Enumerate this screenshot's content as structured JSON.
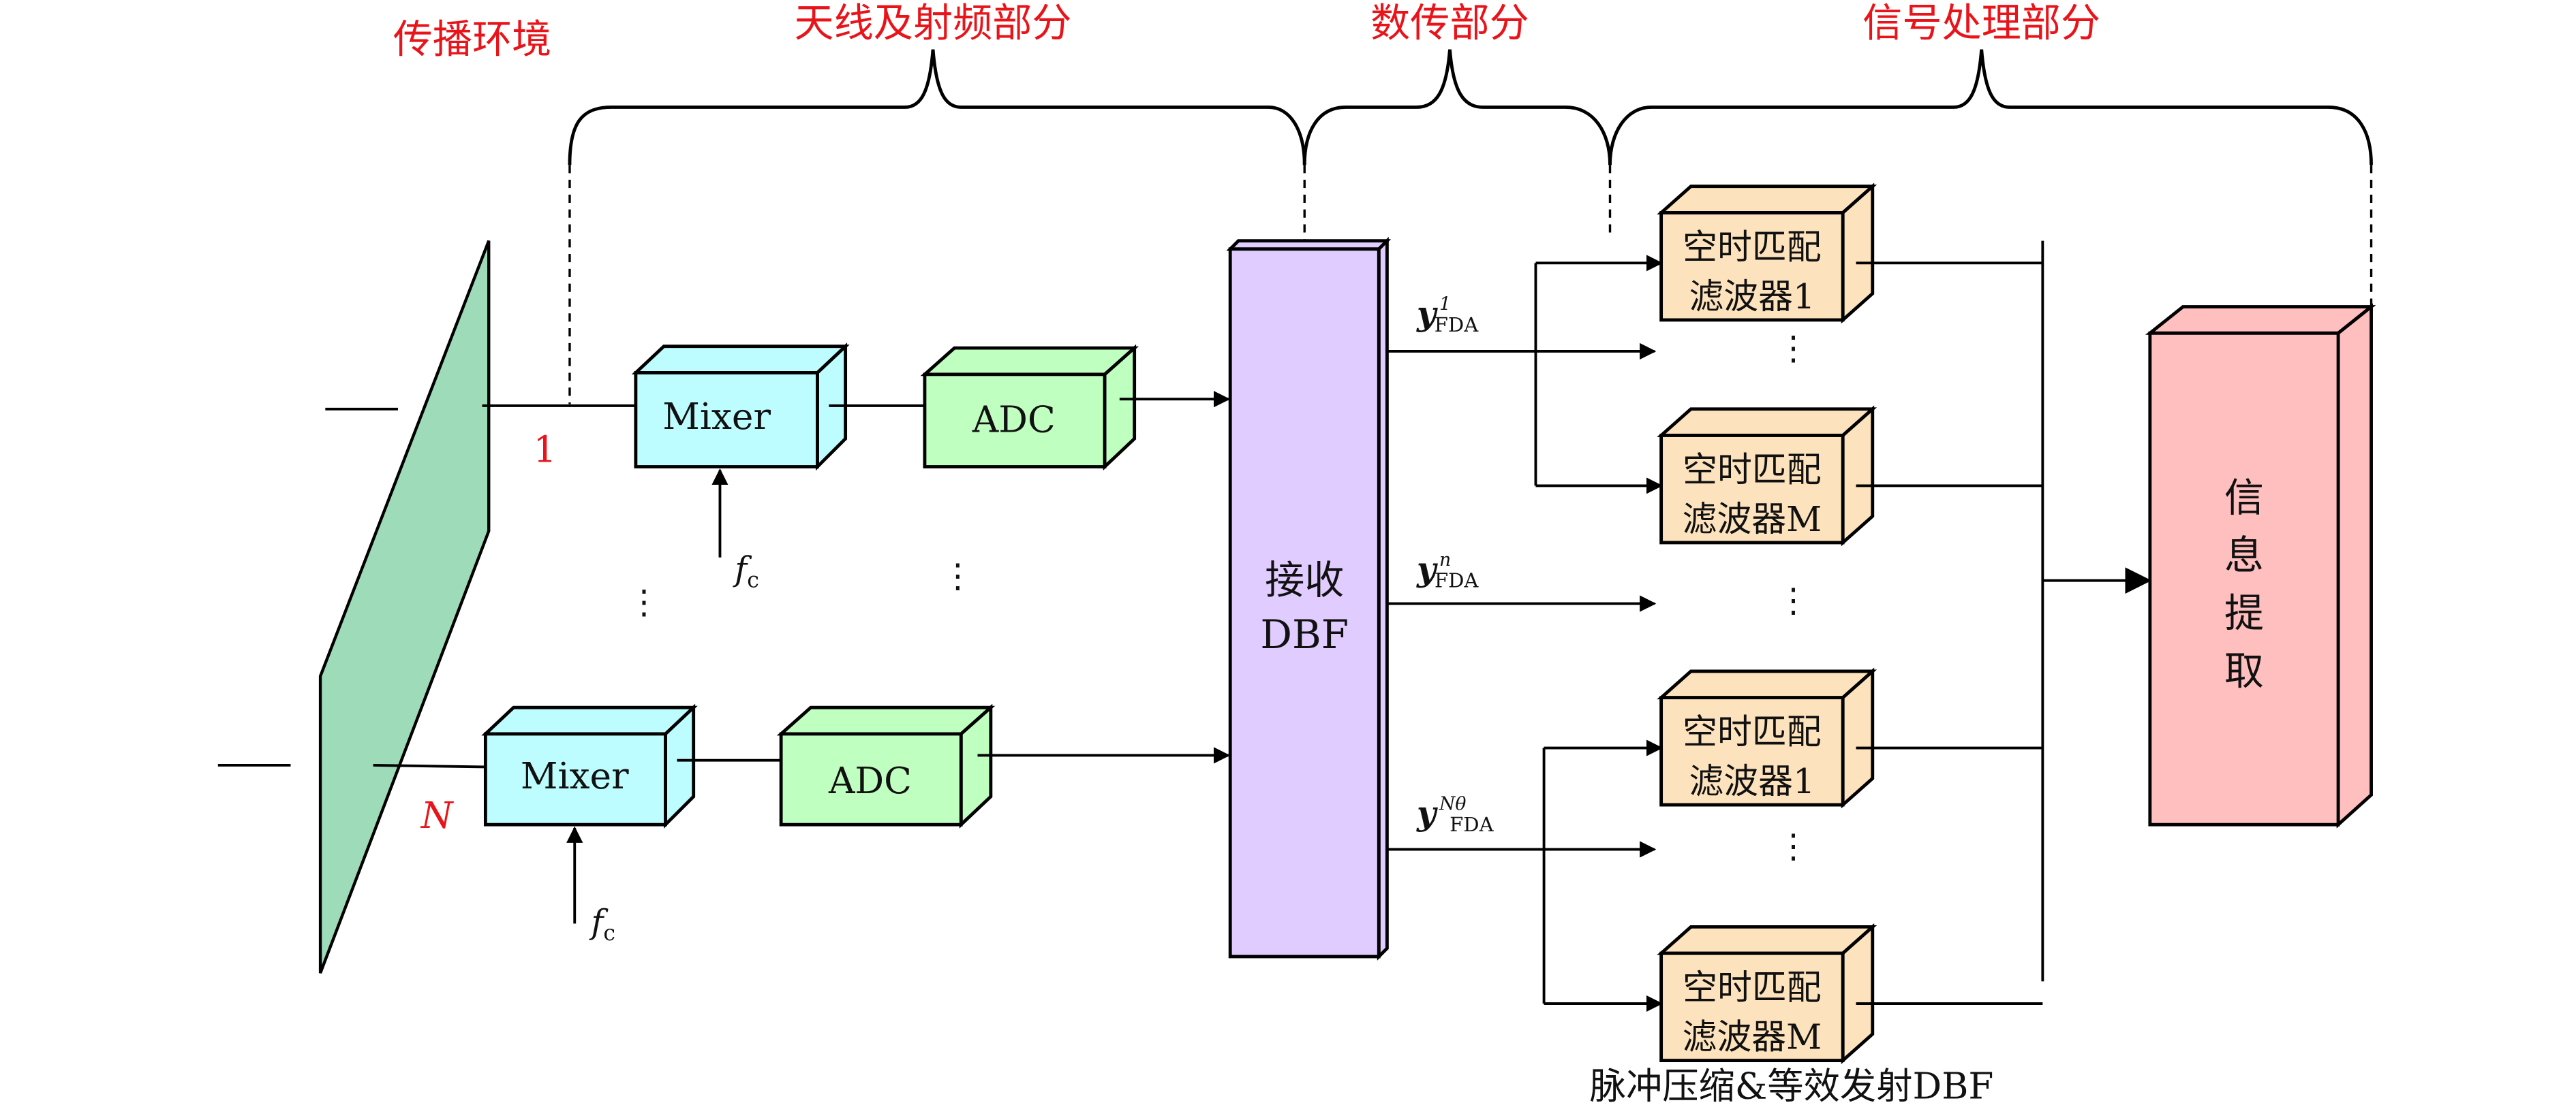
{
  "sections": {
    "propagation": "传播环境",
    "antenna_rf": "天线及射频部分",
    "data_transfer": "数传部分",
    "signal_processing": "信号处理部分"
  },
  "channels": {
    "first_label": "1",
    "last_label": "N",
    "mixer": "Mixer",
    "adc": "ADC",
    "lo_symbol": "f",
    "lo_subscript": "c"
  },
  "dbf": {
    "line1": "接收",
    "line2": "DBF"
  },
  "outputs": [
    {
      "base": "y",
      "sub": "FDA",
      "sup": "1"
    },
    {
      "base": "y",
      "sub": "FDA",
      "sup": "n"
    },
    {
      "base": "y",
      "sub": "FDA",
      "sup": "Nθ"
    }
  ],
  "filters": [
    {
      "line1": "空时匹配",
      "line2": "滤波器1"
    },
    {
      "line1": "空时匹配",
      "line2": "滤波器M"
    },
    {
      "line1": "空时匹配",
      "line2": "滤波器1"
    },
    {
      "line1": "空时匹配",
      "line2": "滤波器M"
    }
  ],
  "info_extraction": [
    "信",
    "息",
    "提",
    "取"
  ],
  "caption": "脉冲压缩&等效发射DBF",
  "colors": {
    "antenna": "#9ddbb9",
    "mixer": "#bdfdff",
    "adc": "#bfffbf",
    "dbf": "#e1ccff",
    "filter": "#fde3bd",
    "info": "#ffbfbf",
    "section_title": "#e8141a"
  }
}
